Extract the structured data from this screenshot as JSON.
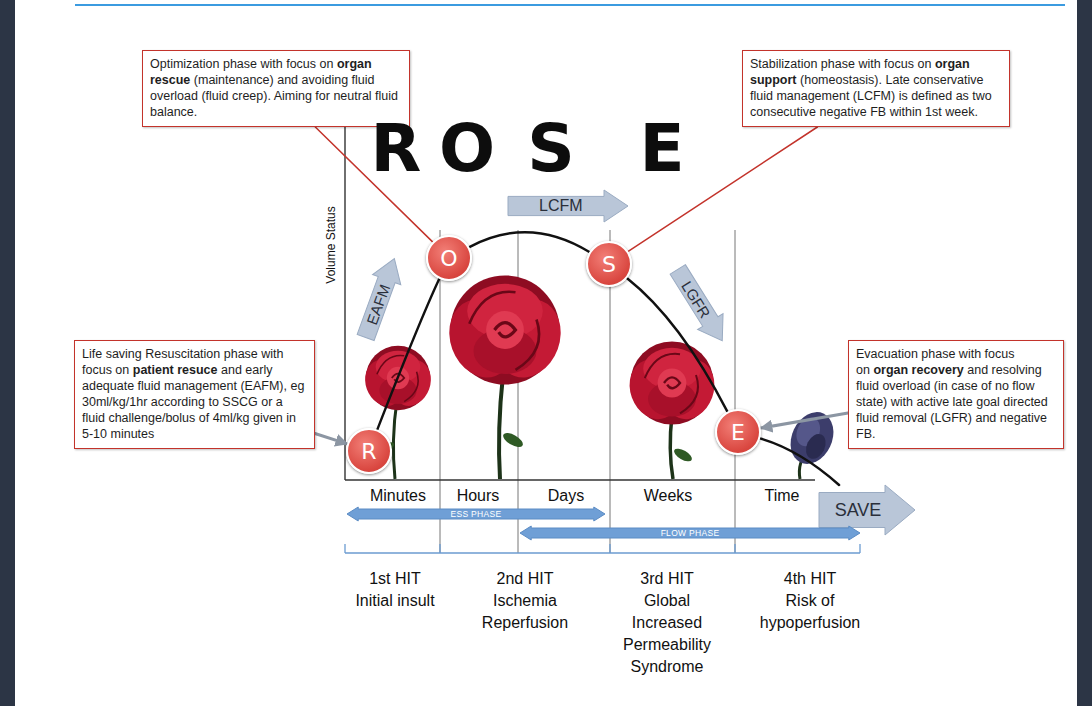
{
  "diagram": {
    "nodes": [
      {
        "text": [
          "Optimization phase with focus on",
          "organ rescue",
          "(maintenance) and avoiding fluid overload (fluid creep). Aiming for neutral fluid balance."
        ]
      },
      {
        "text": [
          "LCFM"
        ]
      },
      {
        "text": [
          "Stabilization phase with focus on",
          "organ support",
          "(homeostasis). Late conservative fluid management (LCFM) is defined as two consecutive negative FB within 1st week."
        ]
      },
      {
        "text": [
          "O"
        ]
      },
      {
        "text": [
          "S"
        ]
      },
      {
        "text": [
          "EAFM"
        ]
      },
      {
        "text": [
          "LGFR"
        ]
      },
      {
        "text": [
          "Life saving Resuscitation phase with focus on",
          "patient resuce",
          "and early adequate fluid management (EAFM), eg 30ml/kg/1hr according to SSCG or a fluid challenge/bolus of 4ml/kg given in 5-10 minutes"
        ]
      },
      {
        "text": [
          "Evacuation phase with focus on",
          "organ recovery",
          "and resolving fluid overload (in case of no flow state) with active late goal directed fluid removal (LGFR) and negative FB."
        ]
      },
      {
        "text": [
          "E"
        ]
      },
      {
        "text": [
          "R"
        ]
      },
      {
        "text": [
          "SAVE"
        ]
      },
      {
        "text": [
          "ESS PHASE"
        ]
      },
      {
        "text": [
          "FLOW PHASE"
        ]
      }
    ],
    "edges": [
      {
        "from": 10,
        "to": 3,
        "arrow": "none"
      },
      {
        "from": 3,
        "to": 4,
        "arrow": "none"
      },
      {
        "from": 4,
        "to": 9,
        "arrow": "none"
      },
      {
        "from": 9,
        "to": 11,
        "arrow": "none"
      },
      {
        "from": 0,
        "to": 3,
        "arrow": "none"
      },
      {
        "from": 2,
        "to": 4,
        "arrow": "none"
      },
      {
        "from": 7,
        "to": 10,
        "arrow": "to"
      },
      {
        "from": 8,
        "to": 9,
        "arrow": "to"
      }
    ],
    "labels": [
      "R",
      "O",
      "S",
      "E",
      "Volume Status",
      "Minutes",
      "Hours",
      "Days",
      "Weeks",
      "Time",
      "1st HIT",
      "Initial insult",
      "2nd HIT",
      "Ischemia Reperfusion",
      "3rd HIT",
      "Global Increased Permeability Syndrome",
      "4th HIT",
      "Risk of hypoperfusion"
    ]
  }
}
